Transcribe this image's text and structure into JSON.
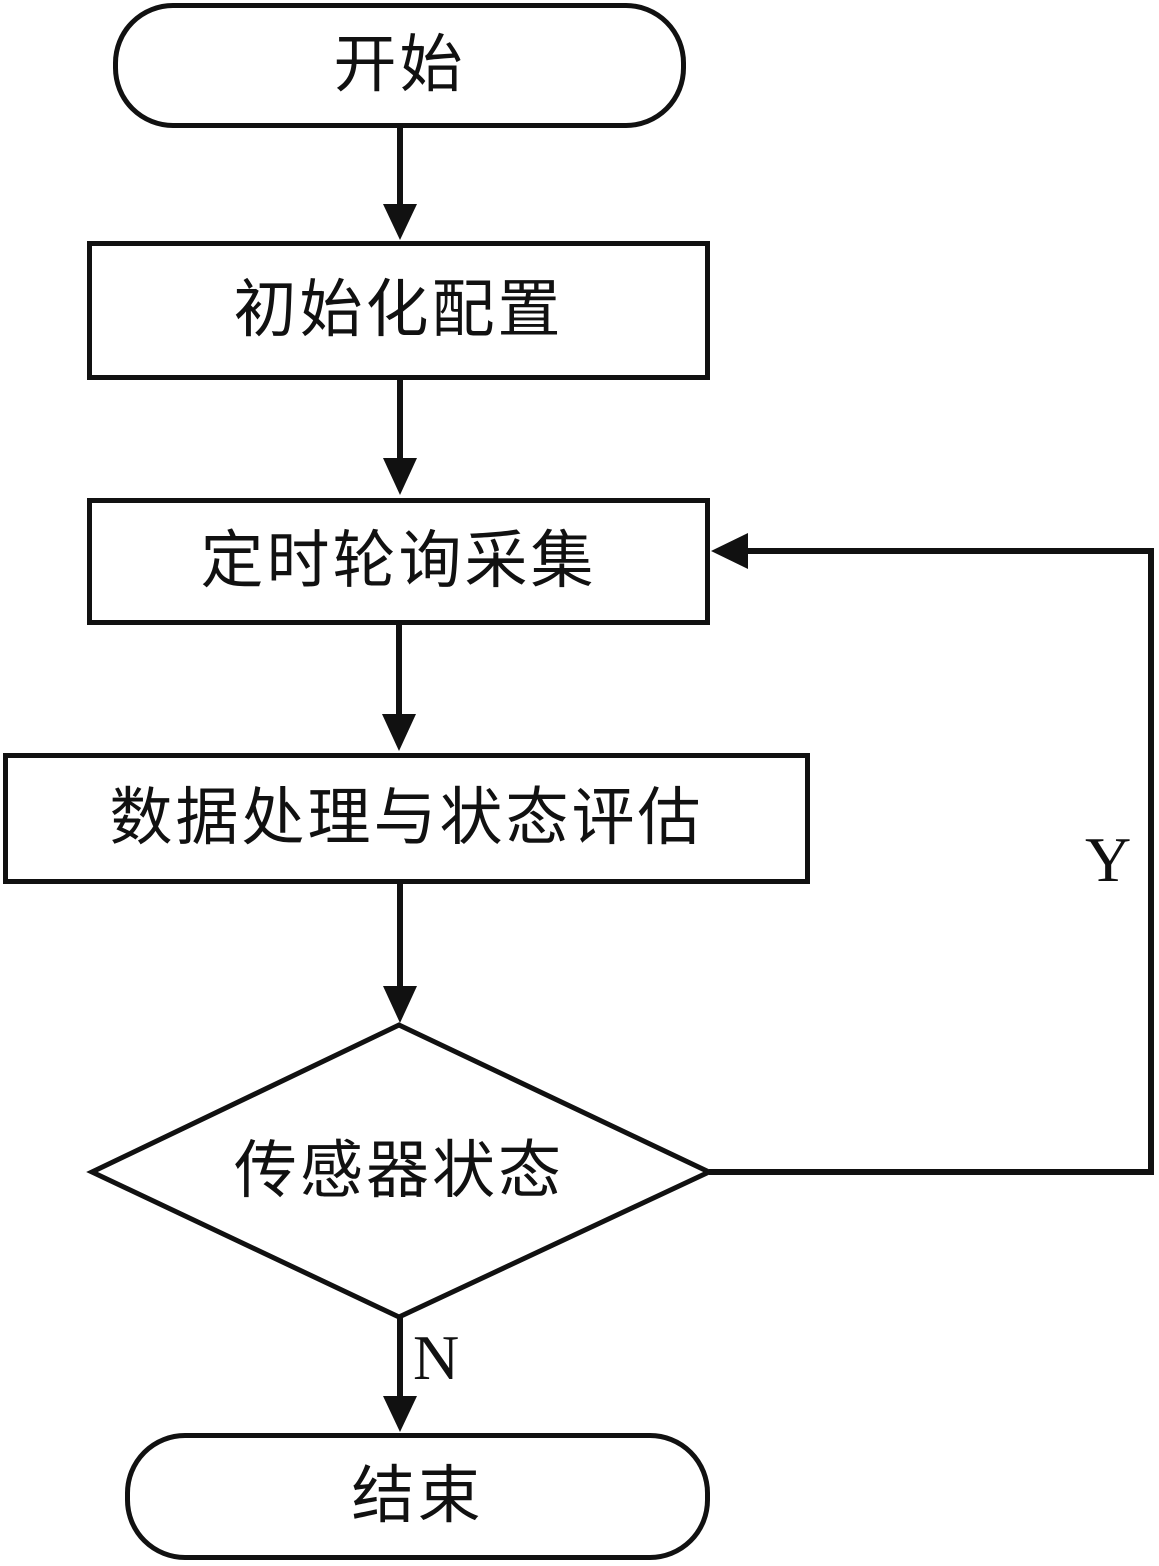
{
  "flowchart": {
    "nodes": [
      {
        "id": "start",
        "type": "terminator",
        "label": "开始"
      },
      {
        "id": "init-config",
        "type": "process",
        "label": "初始化配置"
      },
      {
        "id": "timed-poll",
        "type": "process",
        "label": "定时轮询采集"
      },
      {
        "id": "data-process",
        "type": "process",
        "label": "数据处理与状态评估"
      },
      {
        "id": "sensor-status",
        "type": "decision",
        "label": "传感器状态"
      },
      {
        "id": "end",
        "type": "terminator",
        "label": "结束"
      }
    ],
    "edges": [
      {
        "from": "start",
        "to": "init-config",
        "label": ""
      },
      {
        "from": "init-config",
        "to": "timed-poll",
        "label": ""
      },
      {
        "from": "timed-poll",
        "to": "data-process",
        "label": ""
      },
      {
        "from": "data-process",
        "to": "sensor-status",
        "label": ""
      },
      {
        "from": "sensor-status",
        "to": "end",
        "label": "N"
      },
      {
        "from": "sensor-status",
        "to": "timed-poll",
        "label": "Y"
      }
    ],
    "branch_labels": {
      "yes": "Y",
      "no": "N"
    },
    "colors": {
      "stroke": "#111111",
      "fill": "#ffffff",
      "background": "#ffffff"
    }
  }
}
